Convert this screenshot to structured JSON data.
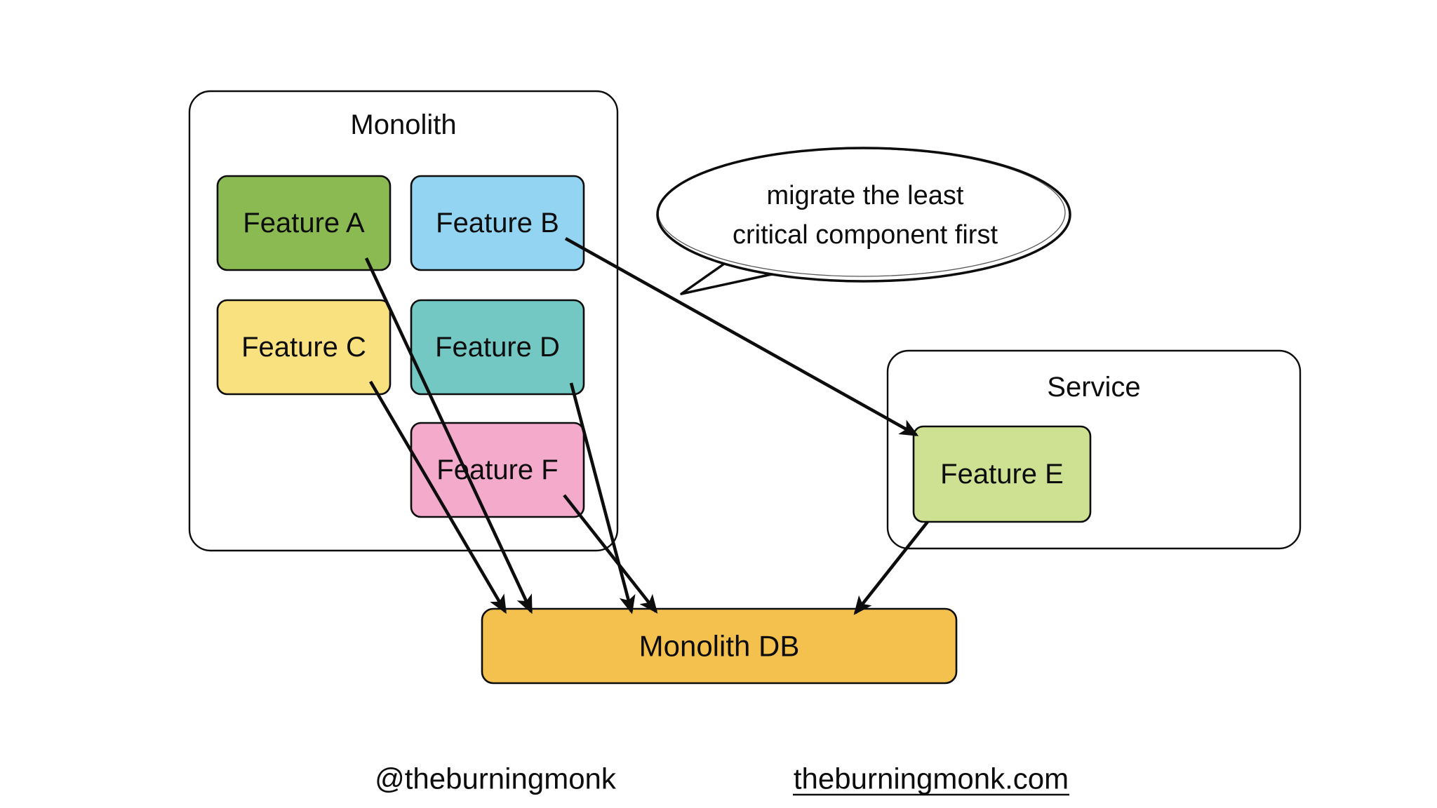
{
  "diagram": {
    "ink_color": "#0d0d0d",
    "monolith": {
      "title": "Monolith",
      "features": [
        {
          "id": "feature-a",
          "label": "Feature A",
          "color": "#8CBA52"
        },
        {
          "id": "feature-b",
          "label": "Feature B",
          "color": "#92D4F2"
        },
        {
          "id": "feature-c",
          "label": "Feature C",
          "color": "#F8E17E"
        },
        {
          "id": "feature-d",
          "label": "Feature D",
          "color": "#73C8C3"
        },
        {
          "id": "feature-f",
          "label": "Feature F",
          "color": "#F3AACB"
        }
      ]
    },
    "service": {
      "title": "Service",
      "features": [
        {
          "id": "feature-e",
          "label": "Feature E",
          "color": "#CEE092"
        }
      ]
    },
    "database": {
      "label": "Monolith DB",
      "color": "#F5C14E"
    },
    "callout": {
      "lines": [
        "migrate the least",
        "critical component first"
      ]
    },
    "arrows": [
      {
        "from": "feature-b",
        "to": "feature-e"
      },
      {
        "from": "feature-a",
        "to": "monolith-db"
      },
      {
        "from": "feature-c",
        "to": "monolith-db"
      },
      {
        "from": "feature-d",
        "to": "monolith-db"
      },
      {
        "from": "feature-f",
        "to": "monolith-db"
      },
      {
        "from": "feature-e",
        "to": "monolith-db"
      }
    ]
  },
  "footer": {
    "handle": "@theburningmonk",
    "site": "theburningmonk.com"
  }
}
